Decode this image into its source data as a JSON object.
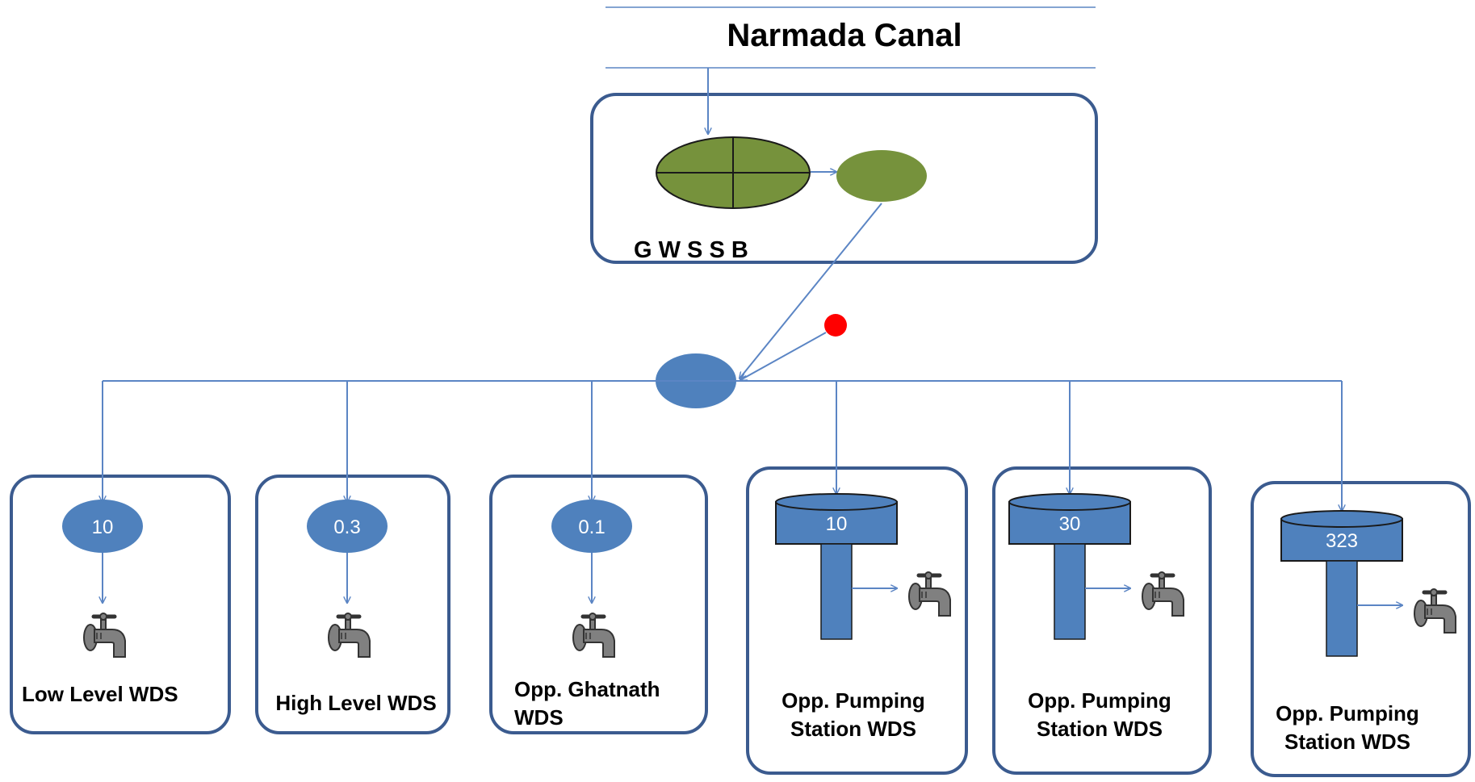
{
  "canal": {
    "title": "Narmada Canal"
  },
  "plant": {
    "label": "G W S S B"
  },
  "colors": {
    "box_border": "#3b5b8f",
    "flow_line": "#5b85c4",
    "green_unit": "#76923c",
    "blue_node": "#4f81bd",
    "red_marker": "#ff0000",
    "tap": "#808080"
  },
  "wds": [
    {
      "value": "10",
      "label_lines": [
        "Low Level WDS"
      ],
      "storage": "ground"
    },
    {
      "value": "0.3",
      "label_lines": [
        "High Level WDS"
      ],
      "storage": "ground"
    },
    {
      "value": "0.1",
      "label_lines": [
        "Opp. Ghatnath",
        "WDS"
      ],
      "storage": "ground"
    },
    {
      "value": "10",
      "label_lines": [
        "Opp. Pumping",
        "Station WDS"
      ],
      "storage": "elevated"
    },
    {
      "value": "30",
      "label_lines": [
        "Opp. Pumping",
        "Station WDS"
      ],
      "storage": "elevated"
    },
    {
      "value": "323",
      "label_lines": [
        "Opp. Pumping",
        "Station WDS"
      ],
      "storage": "elevated"
    }
  ]
}
